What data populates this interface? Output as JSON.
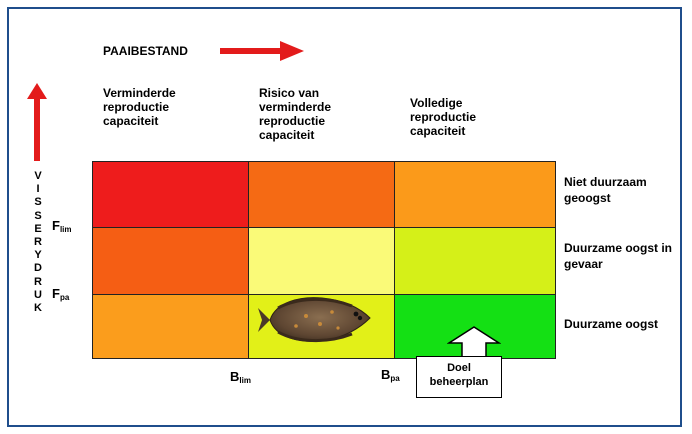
{
  "x_axis_label": "PAAIBESTAND",
  "y_axis_letters": [
    "V",
    "I",
    "S",
    "S",
    "E",
    "R",
    "Y",
    "D",
    "R",
    "U",
    "K"
  ],
  "columns": [
    {
      "lines": [
        "Verminderde",
        "reproductie",
        "capaciteit"
      ]
    },
    {
      "lines": [
        "Risico van",
        "verminderde",
        "reproductie",
        "capaciteit"
      ]
    },
    {
      "lines": [
        "Volledige",
        "reproductie",
        "capaciteit"
      ]
    }
  ],
  "rows": [
    {
      "lines": [
        "Niet duurzaam",
        "geoogst"
      ]
    },
    {
      "lines": [
        "Duurzame oogst in",
        "gevaar"
      ]
    },
    {
      "lines": [
        "Duurzame oogst"
      ]
    }
  ],
  "f_lim": {
    "main": "F",
    "sub": "lim"
  },
  "f_pa": {
    "main": "F",
    "sub": "pa"
  },
  "b_lim": {
    "main": "B",
    "sub": "lim"
  },
  "b_pa": {
    "main": "B",
    "sub": "pa"
  },
  "goal_box": [
    "Doel",
    "beheerplan"
  ],
  "cell_colors": [
    [
      "#ee1c1c",
      "#f56a14",
      "#fb9a1a"
    ],
    [
      "#f55e14",
      "#fafa78",
      "#d5f018"
    ],
    [
      "#fb9d1c",
      "#e2f018",
      "#14e014"
    ]
  ],
  "fish_icon": "flatfish-icon",
  "arrow_color": "#e31b1b",
  "frame_color": "#1f4e8c"
}
